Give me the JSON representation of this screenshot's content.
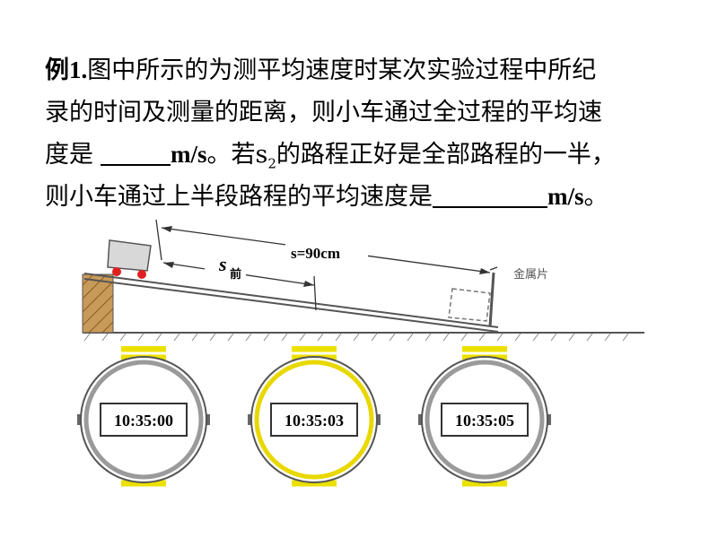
{
  "problem": {
    "example_label": "例1.",
    "line1": "图中所示的为测平均速度时某次实验过程中所纪",
    "line2": "录的时间及测量的距离，则小车通过全过程的平均速",
    "line3_a": "度是",
    "line3_unit": "m/s",
    "line3_b": "。若s",
    "line3_sub": "2",
    "line3_c": "的路程正好是全部路程的一半，",
    "line4_a": "则小车通过上半段路程的平均速度是",
    "line4_unit": "m/s",
    "line4_b": "。"
  },
  "figure": {
    "distance_label": "s=90cm",
    "s_front_main": "s",
    "s_front_sub": "前",
    "metal_plate_label": "金属片",
    "stopwatches": [
      {
        "time": "10:35:00",
        "bezel": "#9a9a9a"
      },
      {
        "time": "10:35:03",
        "bezel": "#e8d800"
      },
      {
        "time": "10:35:05",
        "bezel": "#9a9a9a"
      }
    ],
    "colors": {
      "strap_yellow": "#ece000",
      "wheel_red": "#e02020",
      "line_gray": "#666666"
    }
  }
}
